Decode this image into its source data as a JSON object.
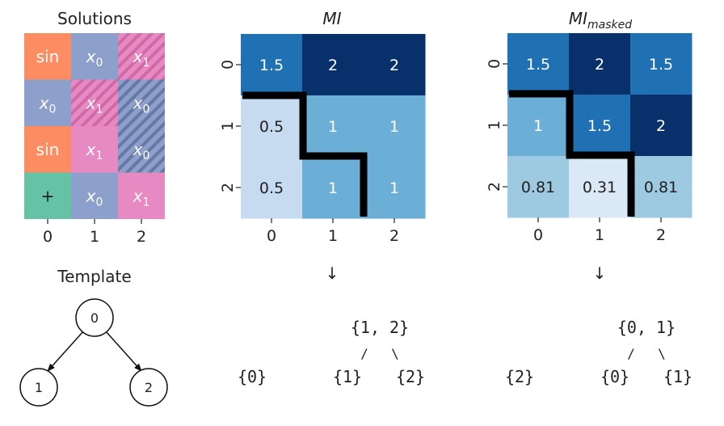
{
  "solutions_panel": {
    "title": "Solutions",
    "x_ticks": [
      "0",
      "1",
      "2"
    ],
    "cells": [
      [
        {
          "text": "sin",
          "sub": "",
          "kind": "op_sin"
        },
        {
          "text": "x",
          "sub": "0",
          "kind": "var_x0"
        },
        {
          "text": "x",
          "sub": "1",
          "kind": "var_x1_hatched"
        }
      ],
      [
        {
          "text": "x",
          "sub": "0",
          "kind": "var_x0"
        },
        {
          "text": "x",
          "sub": "1",
          "kind": "var_x1_hatched"
        },
        {
          "text": "x",
          "sub": "0",
          "kind": "var_x0_hatched"
        }
      ],
      [
        {
          "text": "sin",
          "sub": "",
          "kind": "op_sin"
        },
        {
          "text": "x",
          "sub": "1",
          "kind": "var_x1"
        },
        {
          "text": "x",
          "sub": "0",
          "kind": "var_x0_hatched"
        }
      ],
      [
        {
          "text": "+",
          "sub": "",
          "kind": "op_plus"
        },
        {
          "text": "x",
          "sub": "0",
          "kind": "var_x0"
        },
        {
          "text": "x",
          "sub": "1",
          "kind": "var_x1"
        }
      ]
    ],
    "colors": {
      "op_sin": "#fc8d62",
      "op_plus": "#66c2a5",
      "var_x0": "#8da0cb",
      "var_x1": "#e78ac3"
    }
  },
  "template_panel": {
    "title": "Template",
    "nodes": [
      "0",
      "1",
      "2"
    ]
  },
  "mi_panel": {
    "title": "MI",
    "title_sub": "",
    "x_ticks": [
      "0",
      "1",
      "2"
    ],
    "y_ticks": [
      "0",
      "1",
      "2"
    ],
    "values": [
      [
        "1.5",
        "2",
        "2"
      ],
      [
        "0.5",
        "1",
        "1"
      ],
      [
        "0.5",
        "1",
        "1"
      ]
    ],
    "colors": [
      [
        "#2070b4",
        "#08306b",
        "#08306b"
      ],
      [
        "#c6dbef",
        "#6baed6",
        "#6baed6"
      ],
      [
        "#c6dbef",
        "#6baed6",
        "#6baed6"
      ]
    ],
    "arrow": "↓",
    "tree_root": "{1, 2}",
    "tree_branch_left": "/",
    "tree_branch_right": "\\",
    "tree_leaf_outer": "{0}",
    "tree_leaf_left": "{1}",
    "tree_leaf_right": "{2}"
  },
  "mimasked_panel": {
    "title": "MI",
    "title_sub": "masked",
    "x_ticks": [
      "0",
      "1",
      "2"
    ],
    "y_ticks": [
      "0",
      "1",
      "2"
    ],
    "values": [
      [
        "1.5",
        "2",
        "1.5"
      ],
      [
        "1",
        "1.5",
        "2"
      ],
      [
        "0.81",
        "0.31",
        "0.81"
      ]
    ],
    "colors": [
      [
        "#2070b4",
        "#08306b",
        "#2070b4"
      ],
      [
        "#6baed6",
        "#2070b4",
        "#08306b"
      ],
      [
        "#9ecae1",
        "#dbe9f6",
        "#9ecae1"
      ]
    ],
    "arrow": "↓",
    "tree_root": "{0, 1}",
    "tree_branch_left": "/",
    "tree_branch_right": "\\",
    "tree_leaf_outer": "{2}",
    "tree_leaf_left": "{0}",
    "tree_leaf_right": "{1}"
  }
}
